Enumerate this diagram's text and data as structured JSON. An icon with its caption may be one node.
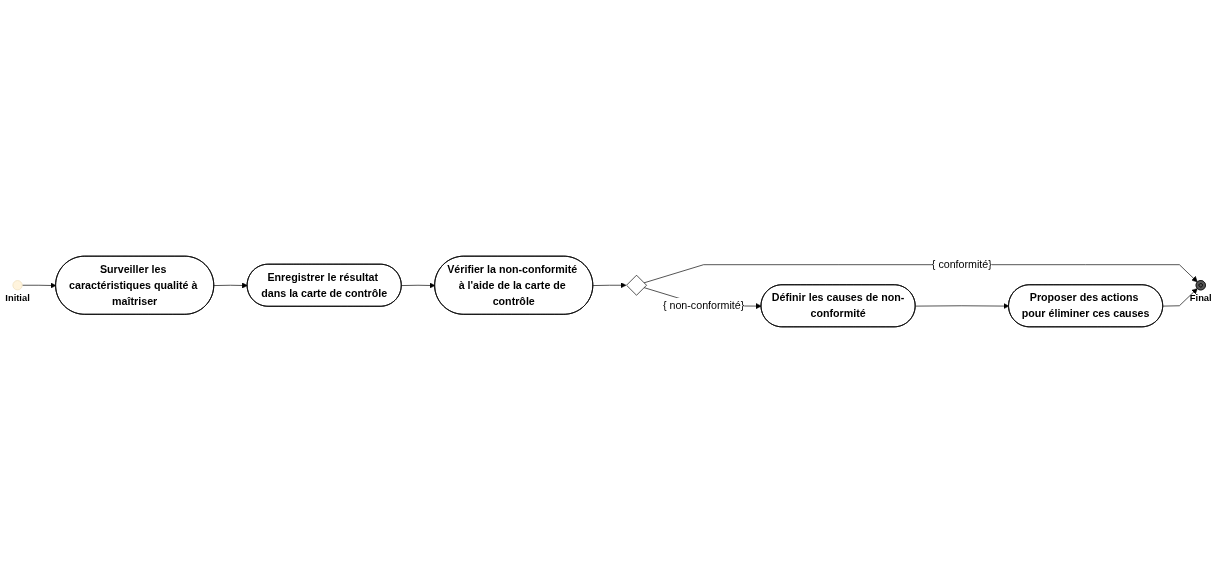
{
  "diagram": {
    "nodes": [
      {
        "text": [],
        "shape": "circle",
        "beside": [
          "Initial"
        ]
      },
      {
        "text": [
          "Surveiller les caractéristiques qualité à maîtriser"
        ]
      },
      {
        "text": [
          "Enregistrer le résultat dans la carte de contrôle"
        ]
      },
      {
        "text": [
          "Vérifier la non-conformité à l'aide de la carte de contrôle"
        ]
      },
      {
        "text": [],
        "shape": "diamond"
      },
      {
        "text": [
          "Définir les causes de non-conformité"
        ]
      },
      {
        "text": [
          "Proposer des actions pour éliminer ces causes"
        ]
      },
      {
        "text": [],
        "shape": "circle",
        "beside": [
          "Final"
        ]
      }
    ],
    "edges": [
      {
        "from": 0,
        "to": 1,
        "arrow": "to"
      },
      {
        "from": 1,
        "to": 2,
        "arrow": "to"
      },
      {
        "from": 2,
        "to": 3,
        "arrow": "to"
      },
      {
        "from": 3,
        "to": 4,
        "arrow": "to"
      },
      {
        "from": 4,
        "to": 5,
        "arrow": "to",
        "label": "{ non-conformité}"
      },
      {
        "from": 4,
        "to": 7,
        "arrow": "to",
        "label": "{ conformité}"
      },
      {
        "from": 5,
        "to": 6,
        "arrow": "to"
      },
      {
        "from": 6,
        "to": 7,
        "arrow": "to"
      }
    ]
  }
}
